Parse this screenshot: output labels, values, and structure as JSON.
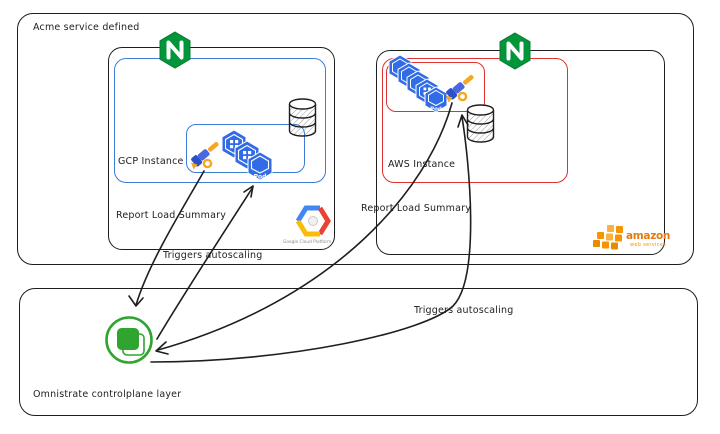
{
  "labels": {
    "acme": "Acme service defined",
    "controlplane": "Omnistrate controlplane layer"
  },
  "gcp": {
    "instance": "GCP Instance",
    "report": "Report Load Summary",
    "trigger": "Triggers autoscaling",
    "logo_caption": "Google Cloud Platform",
    "pod": "Pod",
    "pod_count": 3
  },
  "aws": {
    "instance": "AWS Instance",
    "report": "Report Load Summary",
    "trigger": "Triggers autoscaling",
    "logo_line1": "amazon",
    "logo_line2": "web services",
    "pod": "Pod",
    "pod_count": 5
  },
  "nginx": {
    "letter": "N"
  },
  "arrows": [
    {
      "from": "gcp-telemetry-agent",
      "to": "omnistrate-controlplane",
      "label": "Report Load Summary"
    },
    {
      "from": "omnistrate-controlplane",
      "to": "gcp-pods",
      "label": "Triggers autoscaling"
    },
    {
      "from": "aws-telemetry-agent",
      "to": "omnistrate-controlplane",
      "label": "Report Load Summary"
    },
    {
      "from": "omnistrate-controlplane",
      "to": "aws-pods",
      "label": "Triggers autoscaling"
    }
  ],
  "colors": {
    "stroke": "#1e1e1e",
    "gcp_blue": "#3b7cd6",
    "aws_red": "#e03131",
    "nginx_green": "#009639",
    "pod_blue": "#326ce5",
    "omnistrate_green": "#2fa52f",
    "amazon_orange": "#f79400",
    "otel_orange": "#f5a623",
    "otel_blue": "#3f5fd7"
  }
}
